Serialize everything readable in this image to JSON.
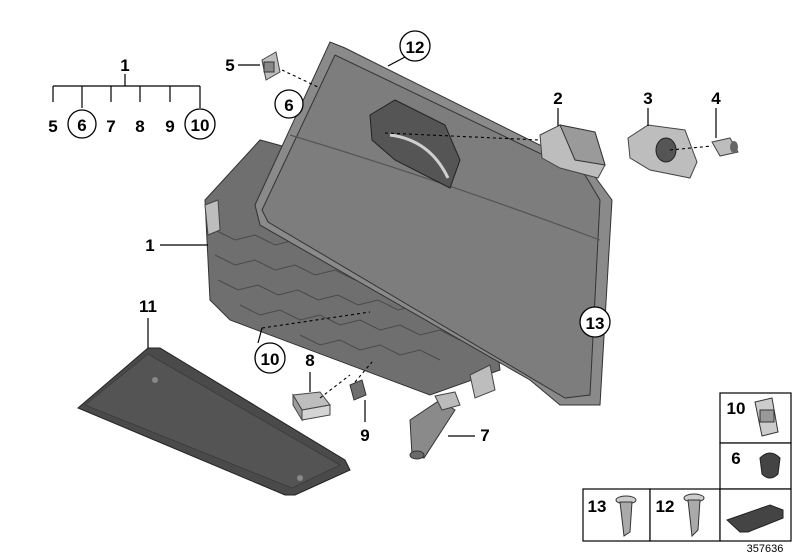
{
  "labels": {
    "l1_top": "1",
    "t5": "5",
    "t6": "6",
    "t7": "7",
    "t8": "8",
    "t9": "9",
    "t10": "10",
    "p5": "5",
    "p6": "6",
    "p12": "12",
    "p2": "2",
    "p3": "3",
    "p4": "4",
    "p1_left": "1",
    "p11": "11",
    "p10": "10",
    "p8": "8",
    "p9": "9",
    "p7": "7",
    "p13": "13",
    "box10": "10",
    "box6": "6",
    "box13": "13",
    "box12": "12"
  },
  "image_id": "357636",
  "colors": {
    "part_dark": "#6f6f6f",
    "part_mid": "#8a8a8a",
    "part_light": "#bdbdbd",
    "line": "#000000"
  }
}
